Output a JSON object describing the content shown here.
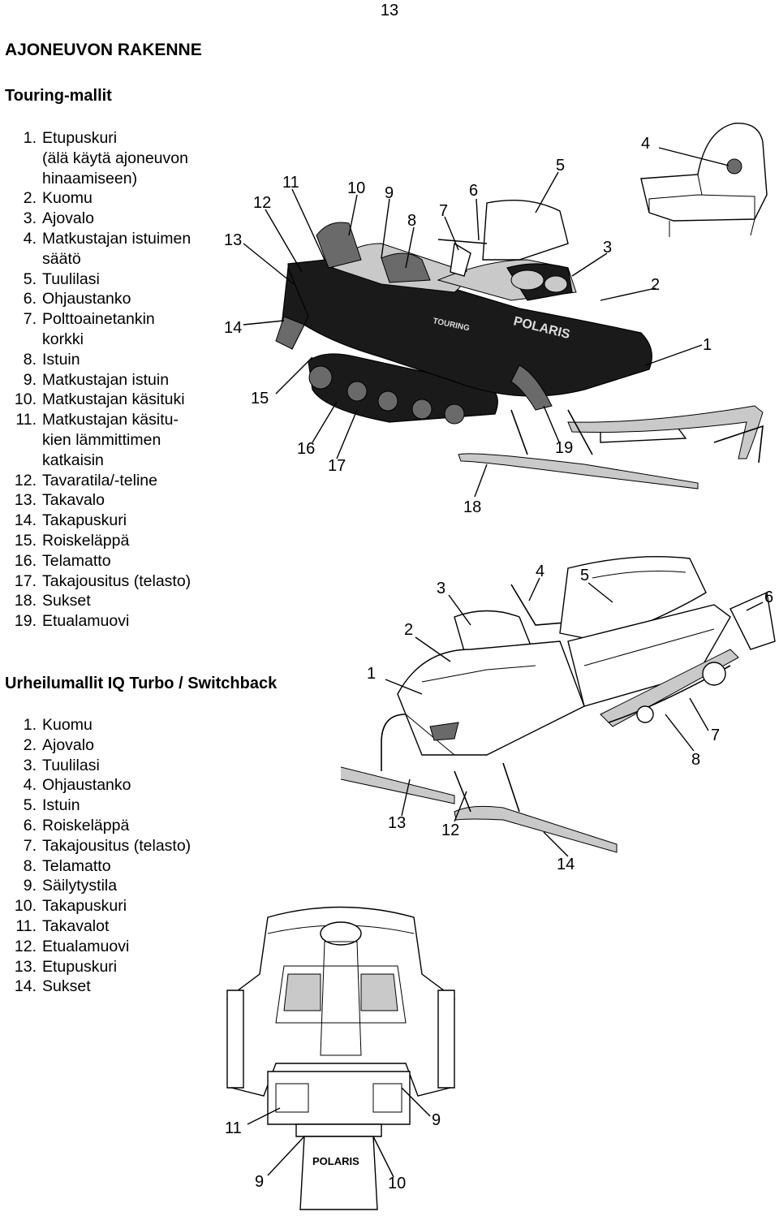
{
  "page_number": "13",
  "section_title": "AJONEUVON RAKENNE",
  "touring": {
    "title": "Touring-mallit",
    "items": [
      {
        "num": "1.",
        "text": "Etupuskuri\n(älä käytä ajoneuvon\nhinaamiseen)"
      },
      {
        "num": "2.",
        "text": "Kuomu"
      },
      {
        "num": "3.",
        "text": "Ajovalo"
      },
      {
        "num": "4.",
        "text": "Matkustajan istuimen\nsäätö"
      },
      {
        "num": "5.",
        "text": "Tuulilasi"
      },
      {
        "num": "6.",
        "text": "Ohjaustanko"
      },
      {
        "num": "7.",
        "text": "Polttoainetankin\nkorkki"
      },
      {
        "num": "8.",
        "text": "Istuin"
      },
      {
        "num": "9.",
        "text": "Matkustajan istuin"
      },
      {
        "num": "10.",
        "text": "Matkustajan käsituki"
      },
      {
        "num": "11.",
        "text": "Matkustajan käsitu-\nkien lämmittimen\nkatkaisin"
      },
      {
        "num": "12.",
        "text": "Tavaratila/-teline"
      },
      {
        "num": "13.",
        "text": "Takavalo"
      },
      {
        "num": "14.",
        "text": "Takapuskuri"
      },
      {
        "num": "15.",
        "text": "Roiskeläppä"
      },
      {
        "num": "16.",
        "text": "Telamatto"
      },
      {
        "num": "17.",
        "text": "Takajousitus (telasto)"
      },
      {
        "num": "18.",
        "text": "Sukset"
      },
      {
        "num": "19.",
        "text": "Etualamuovi"
      }
    ],
    "callouts": [
      "1",
      "2",
      "3",
      "4",
      "5",
      "6",
      "7",
      "8",
      "9",
      "10",
      "11",
      "12",
      "13",
      "14",
      "15",
      "16",
      "17",
      "18",
      "19"
    ],
    "brand_text": "POLARIS",
    "model_badge": "TOURING"
  },
  "sport": {
    "title": "Urheilumallit IQ Turbo / Switchback",
    "items": [
      {
        "num": "1.",
        "text": "Kuomu"
      },
      {
        "num": "2.",
        "text": "Ajovalo"
      },
      {
        "num": "3.",
        "text": "Tuulilasi"
      },
      {
        "num": "4.",
        "text": "Ohjaustanko"
      },
      {
        "num": "5.",
        "text": "Istuin"
      },
      {
        "num": "6.",
        "text": "Roiskeläppä"
      },
      {
        "num": "7.",
        "text": "Takajousitus (telasto)"
      },
      {
        "num": "8.",
        "text": "Telamatto"
      },
      {
        "num": "9.",
        "text": "Säilytystila"
      },
      {
        "num": "10.",
        "text": "Takapuskuri"
      },
      {
        "num": "11.",
        "text": "Takavalot"
      },
      {
        "num": "12.",
        "text": "Etualamuovi"
      },
      {
        "num": "13.",
        "text": "Etupuskuri"
      },
      {
        "num": "14.",
        "text": "Sukset"
      }
    ],
    "side_callouts": [
      "1",
      "2",
      "3",
      "4",
      "5",
      "6",
      "7",
      "8",
      "12",
      "13",
      "14"
    ],
    "rear_callouts": [
      "9",
      "9",
      "10",
      "11"
    ],
    "rear_brand_text": "POLARIS"
  }
}
